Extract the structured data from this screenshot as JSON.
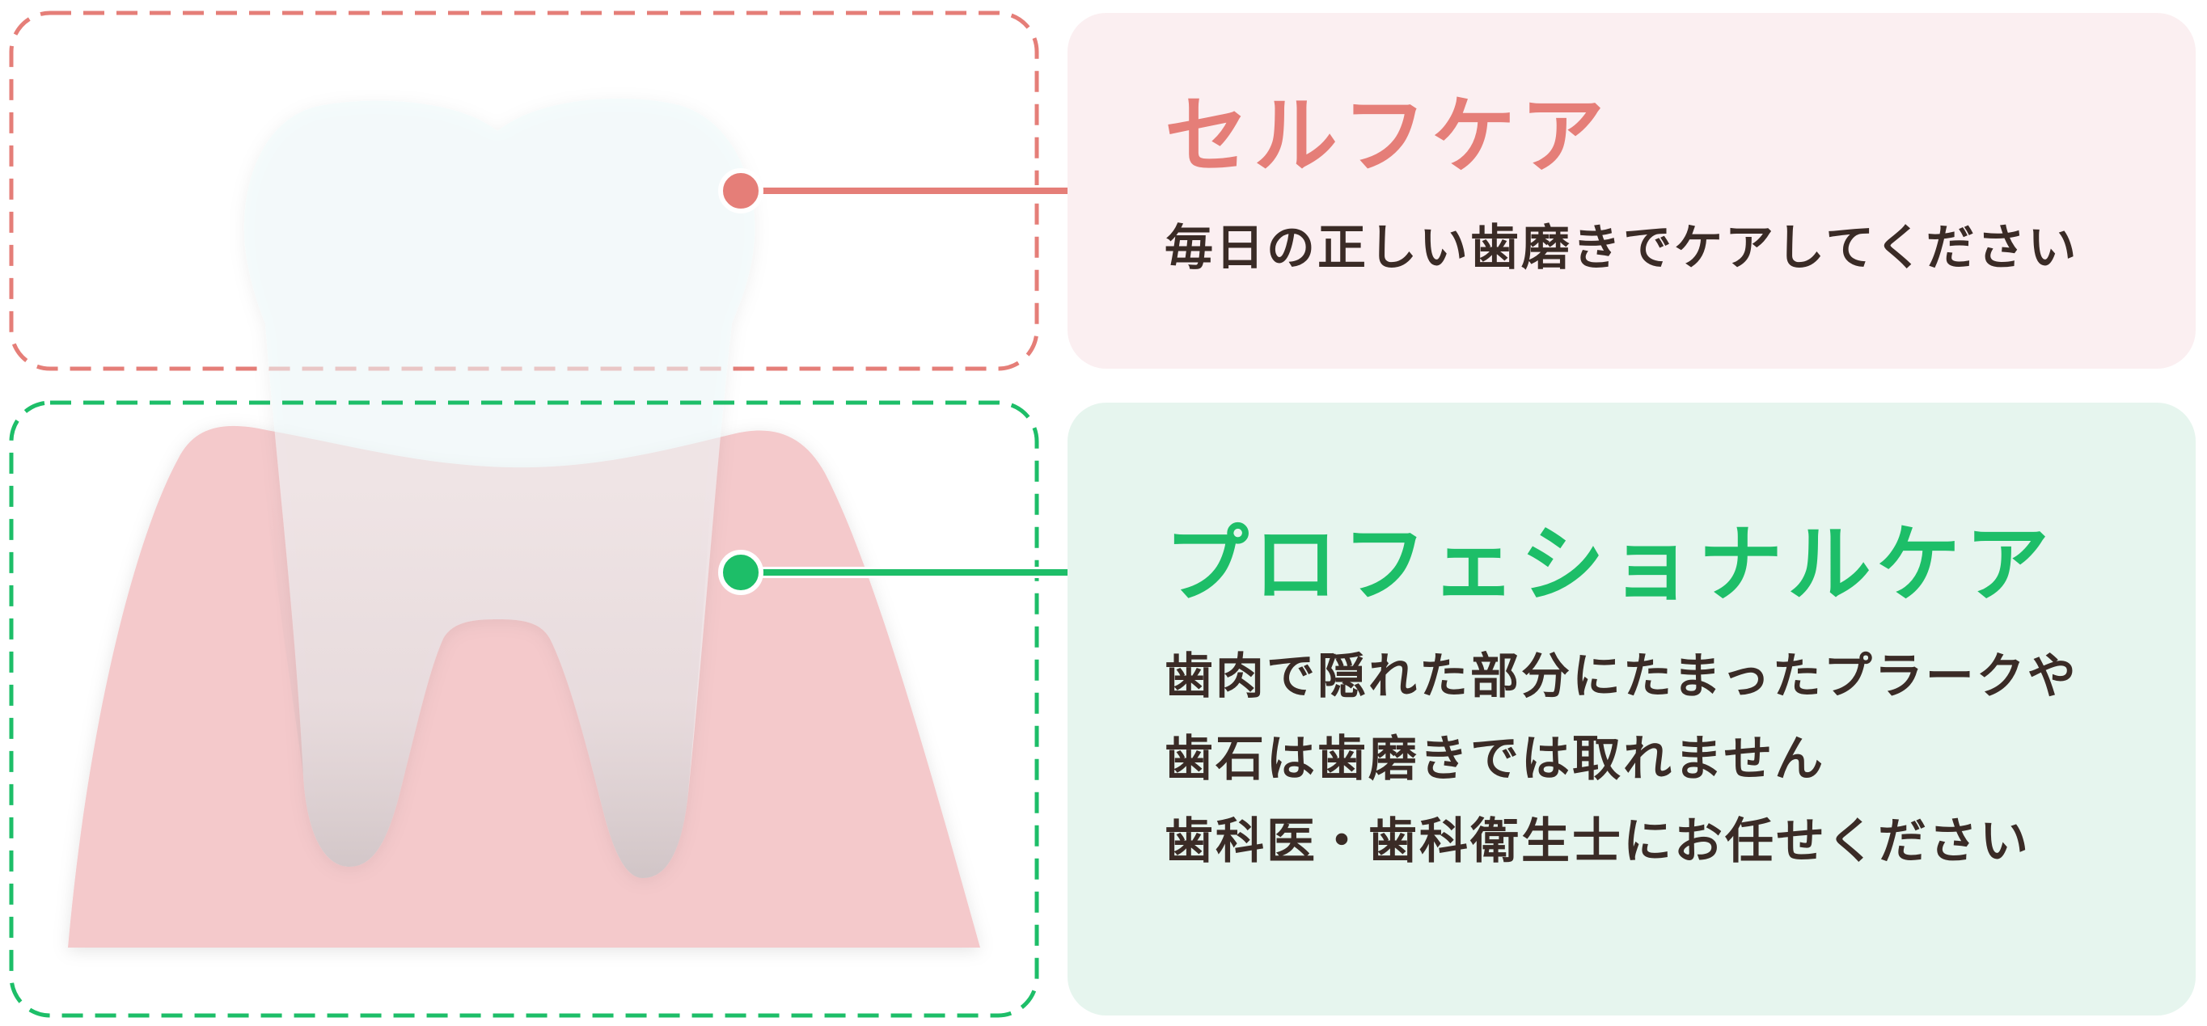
{
  "colors": {
    "self_accent": "#E57E78",
    "self_panel_bg": "#FBEFF1",
    "pro_accent": "#1DBE68",
    "pro_panel_bg": "#E6F5EE",
    "gum": "#F4C9CB",
    "tooth": "#EFF9FB",
    "text": "#3A2B26"
  },
  "self_care": {
    "title": "セルフケア",
    "description": "毎日の正しい歯磨きでケアしてください"
  },
  "professional_care": {
    "title": "プロフェショナルケア",
    "description_lines": [
      "歯肉で隠れた部分にたまったプラークや",
      "歯石は歯磨きでは取れません",
      "歯科医・歯科衛生士にお任せください"
    ]
  }
}
